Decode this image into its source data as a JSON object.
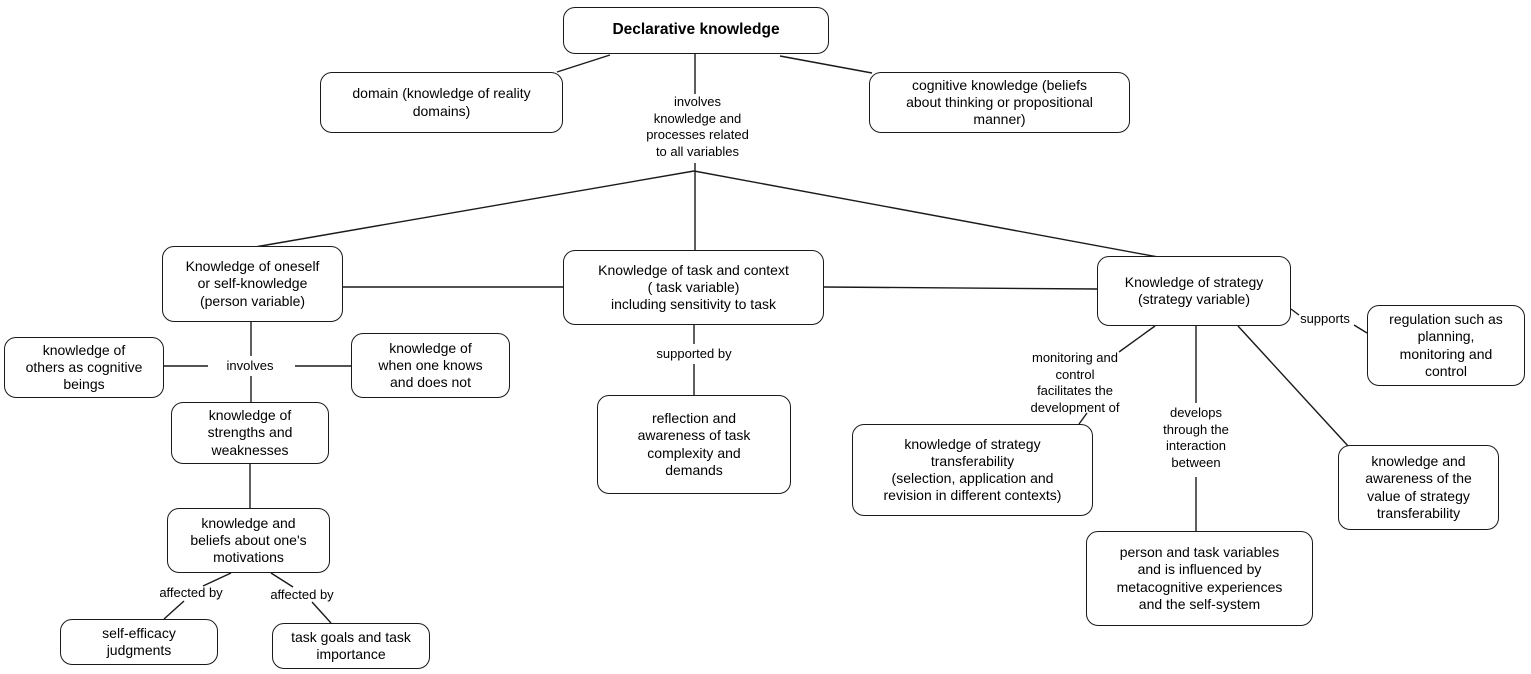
{
  "diagram_type": "concept-map",
  "title": "Declarative knowledge",
  "colors": {
    "background": "#ffffff",
    "border": "#1a1a1a",
    "text": "#000000"
  },
  "nodes": {
    "declarative": {
      "text": "Declarative knowledge"
    },
    "domain": {
      "text": "domain (knowledge of reality\ndomains)"
    },
    "cognitive": {
      "text": "cognitive knowledge (beliefs\nabout thinking or propositional\nmanner)"
    },
    "oneself": {
      "text": "Knowledge of oneself\nor self-knowledge\n(person variable)"
    },
    "task": {
      "text": "Knowledge of task and context\n( task variable)\nincluding sensitivity to task"
    },
    "strategy": {
      "text": "Knowledge of strategy\n(strategy variable)"
    },
    "others": {
      "text": "knowledge of\nothers as cognitive\nbeings"
    },
    "when_knows": {
      "text": "knowledge of\nwhen one knows\nand does not"
    },
    "strengths": {
      "text": "knowledge of\nstrengths and\nweaknesses"
    },
    "motivations": {
      "text": "knowledge and\nbeliefs about one's\nmotivations"
    },
    "self_efficacy": {
      "text": "self-efficacy\njudgments"
    },
    "task_goals": {
      "text": "task goals and task\nimportance"
    },
    "reflection": {
      "text": "reflection and\nawareness of task\ncomplexity and\ndemands"
    },
    "transferability": {
      "text": "knowledge of strategy\ntransferability\n(selection, application and\nrevision in different contexts)"
    },
    "regulation": {
      "text": "regulation such as\nplanning,\nmonitoring and\ncontrol"
    },
    "value_transfer": {
      "text": "knowledge and\nawareness of the\nvalue of strategy\ntransferability"
    },
    "person_task": {
      "text": "person and task variables\nand is influenced by\nmetacognitive experiences\nand the self-system"
    }
  },
  "labels": {
    "involves_all": {
      "text": "involves\nknowledge and\nprocesses related\nto all variables"
    },
    "involves": {
      "text": "involves"
    },
    "affected_by_left": {
      "text": "affected by"
    },
    "affected_by_right": {
      "text": "affected by"
    },
    "supported_by": {
      "text": "supported by"
    },
    "monitoring": {
      "text": "monitoring and\ncontrol\nfacilitates the\ndevelopment of"
    },
    "develops": {
      "text": "develops\nthrough the\ninteraction\nbetween"
    },
    "supports": {
      "text": "supports"
    }
  },
  "edges": [
    {
      "from": "declarative",
      "to": "domain",
      "label": ""
    },
    {
      "from": "declarative",
      "to": "cognitive",
      "label": ""
    },
    {
      "from": "declarative",
      "to": "oneself",
      "label": "involves\nknowledge and\nprocesses related\nto all variables"
    },
    {
      "from": "declarative",
      "to": "task",
      "label": "involves\nknowledge and\nprocesses related\nto all variables"
    },
    {
      "from": "declarative",
      "to": "strategy",
      "label": "involves\nknowledge and\nprocesses related\nto all variables"
    },
    {
      "from": "oneself",
      "to": "task",
      "label": ""
    },
    {
      "from": "task",
      "to": "strategy",
      "label": ""
    },
    {
      "from": "oneself",
      "to": "others",
      "label": "involves"
    },
    {
      "from": "oneself",
      "to": "when_knows",
      "label": "involves"
    },
    {
      "from": "oneself",
      "to": "strengths",
      "label": "involves"
    },
    {
      "from": "strengths",
      "to": "motivations",
      "label": ""
    },
    {
      "from": "motivations",
      "to": "self_efficacy",
      "label": "affected by"
    },
    {
      "from": "motivations",
      "to": "task_goals",
      "label": "affected by"
    },
    {
      "from": "task",
      "to": "reflection",
      "label": "supported by"
    },
    {
      "from": "strategy",
      "to": "regulation",
      "label": "supports"
    },
    {
      "from": "strategy",
      "to": "transferability",
      "label": "monitoring and\ncontrol\nfacilitates the\ndevelopment of"
    },
    {
      "from": "strategy",
      "to": "person_task",
      "label": "develops\nthrough the\ninteraction\nbetween"
    },
    {
      "from": "strategy",
      "to": "value_transfer",
      "label": ""
    }
  ]
}
